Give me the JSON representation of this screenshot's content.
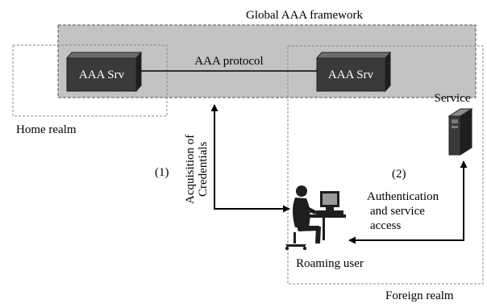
{
  "framework": {
    "label": "Global AAA framework"
  },
  "home_realm": {
    "label": "Home realm"
  },
  "foreign_realm": {
    "label": "Foreign realm"
  },
  "servers": {
    "home_label": "AAA Srv",
    "foreign_label": "AAA Srv"
  },
  "protocol": {
    "label": "AAA protocol"
  },
  "service": {
    "label": "Service"
  },
  "step1": {
    "number": "(1)",
    "line1": "Acquisition of",
    "line2": "Credentials"
  },
  "step2": {
    "number": "(2)",
    "line1": "Authentication",
    "line2": "and service",
    "line3": "access"
  },
  "user": {
    "label": "Roaming user"
  },
  "colors": {
    "framework_fill": "#c3c3c3",
    "server_fill": "#3a3a3a",
    "server_top": "#6d6d6d",
    "server_text": "#ffffff",
    "realm_border": "#8a8a8a"
  }
}
